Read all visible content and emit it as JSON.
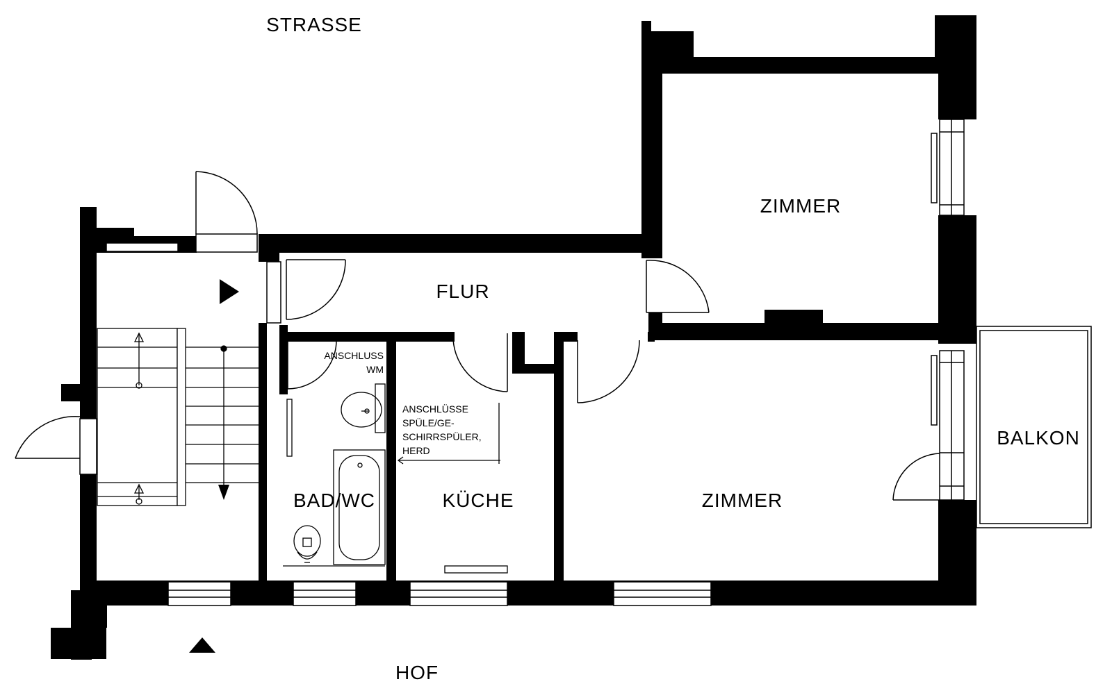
{
  "plan": {
    "outside": {
      "top": "STRASSE",
      "bottom": "HOF"
    },
    "rooms": {
      "zimmer_top": "ZIMMER",
      "zimmer_bottom": "ZIMMER",
      "flur": "FLUR",
      "bad": "BAD/WC",
      "kueche": "KÜCHE",
      "balkon": "BALKON"
    },
    "notes": {
      "wm_line1": "ANSCHLUSS",
      "wm_line2": "WM",
      "kueche_line1": "ANSCHLÜSSE",
      "kueche_line2": "SPÜLE/GE-",
      "kueche_line3": "SCHIRRSPÜLER,",
      "kueche_line4": "HERD"
    },
    "colors": {
      "wall": "#000000",
      "background": "#ffffff"
    }
  }
}
